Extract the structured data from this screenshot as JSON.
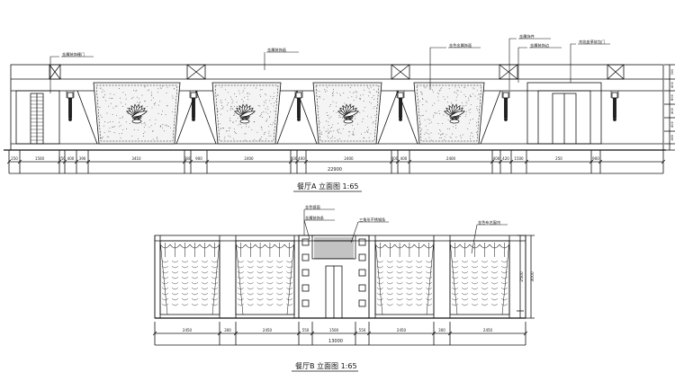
{
  "elevation_a": {
    "title": "餐厅A 立面图 1:65",
    "callouts": [
      "金属装饰栅门",
      "金属装饰画",
      "金色金属饰面",
      "金属饰件",
      "金属装饰边",
      "木纹皮革软包门"
    ],
    "dims": [
      "250",
      "1500",
      "250",
      "400",
      "390",
      "3410",
      "380",
      "900",
      "2400",
      "400",
      "400",
      "2400",
      "400",
      "400",
      "2400",
      "400",
      "420",
      "1500",
      "250",
      "900"
    ],
    "total_dim": "22900",
    "right_dims": [
      "300",
      "400",
      "800",
      "400",
      "400",
      "400"
    ]
  },
  "elevation_b": {
    "title": "餐厅B 立面图 1:65",
    "callouts": [
      "金色镜面",
      "金属装饰条",
      "三角形不锈钢条",
      "金色布艺窗帘"
    ],
    "dims": [
      "2450",
      "300",
      "2450",
      "550",
      "1500",
      "550",
      "2450",
      "300",
      "2450"
    ],
    "total_dim": "13000",
    "right_dims": [
      "2500",
      "3000"
    ]
  },
  "colors": {
    "line": "#111111",
    "texture": "#555555",
    "paper": "#ffffff"
  }
}
